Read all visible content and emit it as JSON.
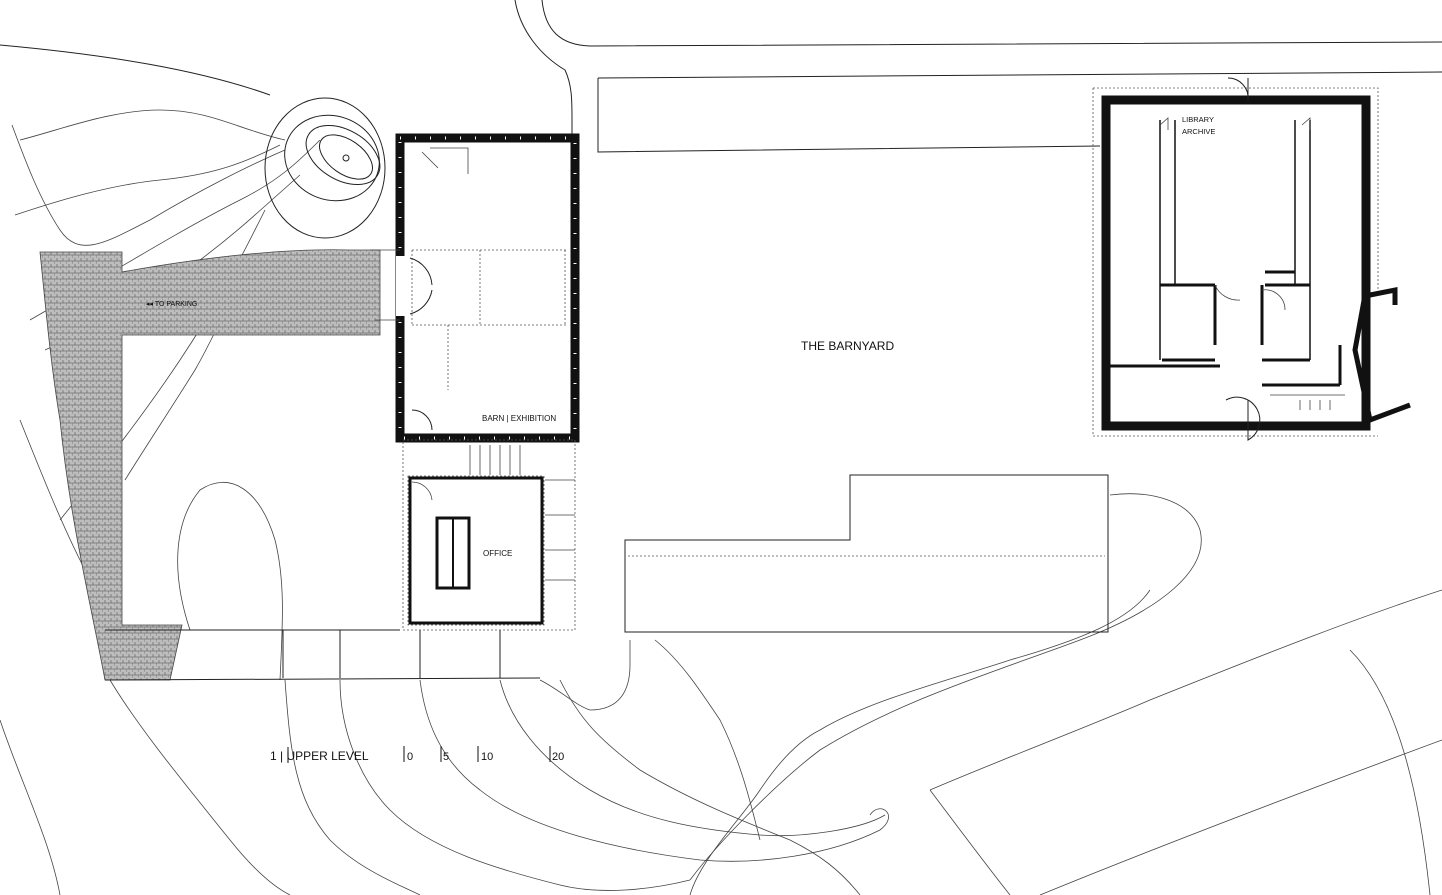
{
  "plan": {
    "title": "1 | UPPER LEVEL",
    "scale_ticks": [
      "0",
      "5",
      "10",
      "20"
    ],
    "rooms": {
      "barnyard": "THE BARNYARD",
      "barn": "BARN | EXHIBITION",
      "office": "OFFICE",
      "library_line1": "LIBRARY",
      "library_line2": "ARCHIVE"
    },
    "parking_label": "◂◂ TO PARKING"
  }
}
